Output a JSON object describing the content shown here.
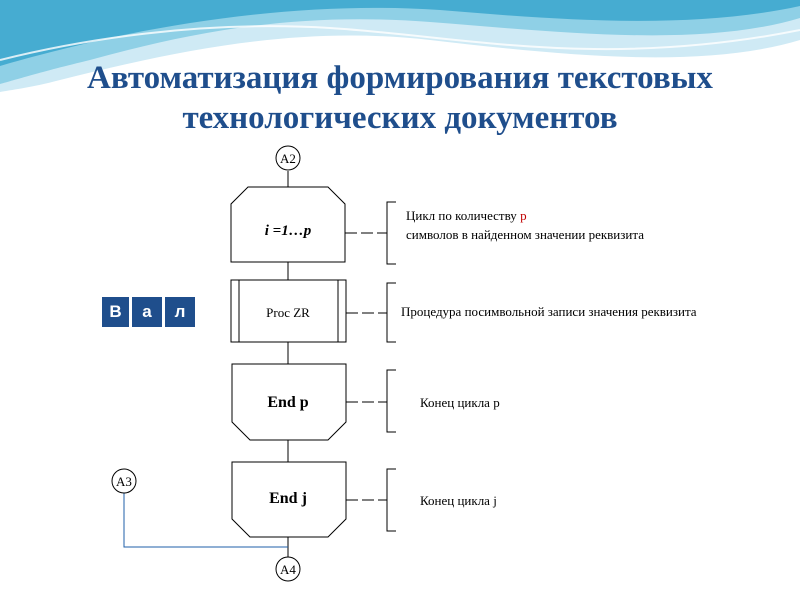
{
  "title": {
    "line1": "Автоматизация формирования текстовых",
    "line2": "технологических документов"
  },
  "colors": {
    "title": "#1f4e8c",
    "wave_light": "#cfeaf5",
    "wave_mid": "#8fd0e6",
    "wave_dark": "#3aa6cd",
    "tile_bg": "#1f4e8c",
    "connector_line": "#1f5fa8",
    "highlight_letter": "#c00000"
  },
  "connectors": {
    "top": "A2",
    "left": "A3",
    "bottom": "A4"
  },
  "blocks": {
    "loop_start": "i =1…p",
    "procedure": "Proc ZR",
    "loop_end_p": "End p",
    "loop_end_j": "End j"
  },
  "annotations": {
    "loop_line1_prefix": "Цикл по количеству ",
    "loop_line1_var": "p",
    "loop_line2": "символов в найденном значении реквизита",
    "procedure": "Процедура посимвольной записи значения реквизита",
    "end_p": "Конец цикла p",
    "end_j": "Конец цикла j"
  },
  "value_tiles": [
    "В",
    "а",
    "л"
  ]
}
